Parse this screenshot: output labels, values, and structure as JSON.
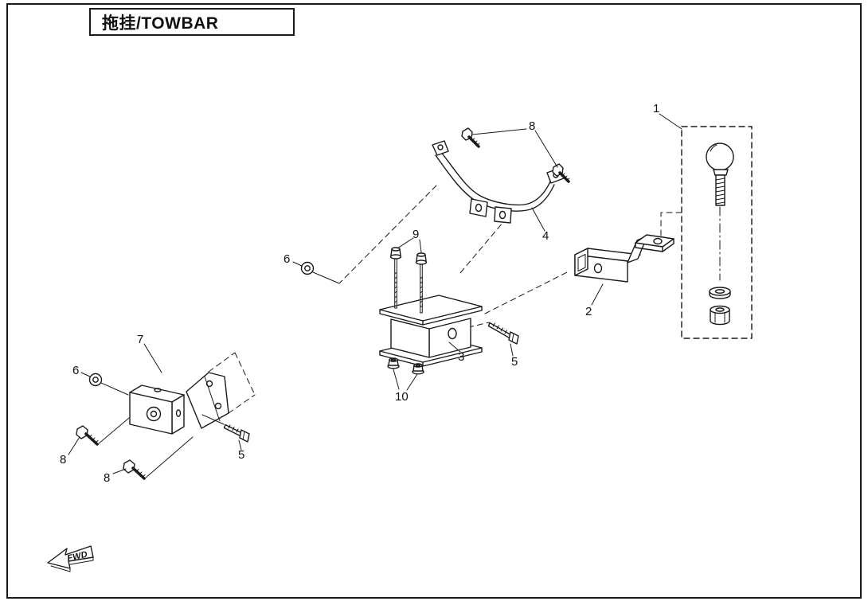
{
  "title": "拖挂/TOWBAR",
  "fwd": "FWD",
  "callouts": {
    "n1": "1",
    "n2": "2",
    "n3": "3",
    "n4": "4",
    "n5a": "5",
    "n5b": "5",
    "n6a": "6",
    "n6b": "6",
    "n7": "7",
    "n8a": "8",
    "n8b": "8",
    "n8c": "8",
    "n9": "9",
    "n10": "10"
  },
  "colors": {
    "ink": "#1a1a1a",
    "background": "#ffffff"
  }
}
